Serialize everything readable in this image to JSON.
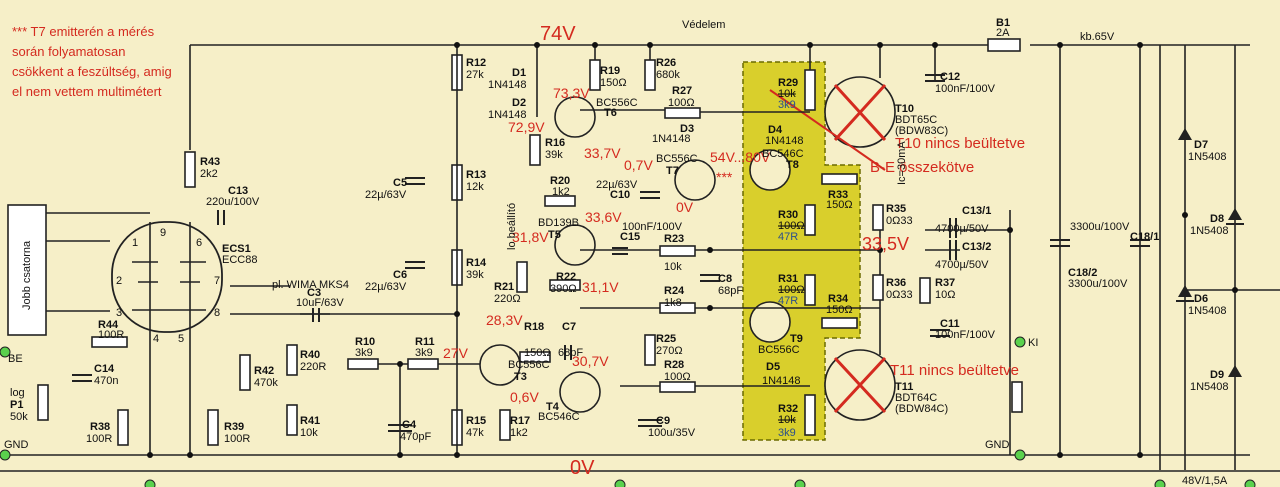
{
  "notes": {
    "t7_note_lines": [
      "*** T7 emitterén a mérés",
      "során folyamatosan",
      "csökkent a feszültség, amig",
      "el nem vettem multimétert"
    ],
    "t10_missing": "T10 nincs beültetve",
    "t11_missing": "T11 nincs beültetve",
    "be_connected": "B-E összekötve"
  },
  "voltages": {
    "v74": "74V",
    "v0": "0V",
    "v733": "73,3V",
    "v729": "72,9V",
    "v337": "33,7V",
    "v07": "0,7V",
    "v0b": "0V",
    "v54": "54V...80V",
    "v3stars": "***",
    "v336": "33,6V",
    "v318": "31,8V",
    "v311": "31,1V",
    "v335": "33,5V",
    "v283": "28,3V",
    "v27": "27V",
    "v307": "30,7V",
    "v06": "0,6V"
  },
  "labels": {
    "vedelem": "Védelem",
    "jobb": "Jobb csatorna",
    "be": "BE",
    "gnd": "GND",
    "gnd2": "GND",
    "ki": "KI",
    "kb65": "kb.65V",
    "supply": "48V/1,5A",
    "ic": "Ic=30mA",
    "lo": "lo beállító",
    "wima": "pl. WIMA MKS4"
  },
  "components": {
    "r43": [
      "R43",
      "2k2"
    ],
    "c13": [
      "C13",
      "220u/100V"
    ],
    "ecs1": [
      "ECS1",
      "ECC88"
    ],
    "r12": [
      "R12",
      "27k"
    ],
    "r13": [
      "R13",
      "12k"
    ],
    "r14": [
      "R14",
      "39k"
    ],
    "r15": [
      "R15",
      "47k"
    ],
    "c5": [
      "C5",
      "22µ/63V"
    ],
    "c6": [
      "C6",
      "22µ/63V"
    ],
    "d1": [
      "D1",
      "1N4148"
    ],
    "d2": [
      "D2",
      "1N4148"
    ],
    "r19": [
      "R19",
      "150Ω"
    ],
    "t6": [
      "T6",
      "BC556C"
    ],
    "r16": [
      "R16",
      "39k"
    ],
    "r20": [
      "R20",
      "1k2"
    ],
    "t5": [
      "T5",
      "BD139B"
    ],
    "r21": [
      "R21",
      "220Ω"
    ],
    "r22": [
      "R22",
      "390Ω"
    ],
    "r18": [
      "R18",
      "150Ω"
    ],
    "c7": [
      "C7",
      "68pF"
    ],
    "t3": [
      "T3",
      "BC556C"
    ],
    "t4": [
      "T4",
      "BC546C"
    ],
    "r17": [
      "R17",
      "1k2"
    ],
    "r26": [
      "R26",
      "680k"
    ],
    "r27": [
      "R27",
      "100Ω"
    ],
    "d3": [
      "D3",
      "1N4148"
    ],
    "t7": [
      "T7",
      "BC556C"
    ],
    "c10": [
      "C10",
      "22µ/63V"
    ],
    "c15": [
      "C15",
      "100nF/100V"
    ],
    "r23": [
      "R23",
      "10k"
    ],
    "c8": [
      "C8",
      "68pF"
    ],
    "r24": [
      "R24",
      "1k8"
    ],
    "r25": [
      "R25",
      "270Ω"
    ],
    "r28": [
      "R28",
      "100Ω"
    ],
    "c9": [
      "C9",
      "100u/35V"
    ],
    "r29": [
      "R29",
      "10k",
      "3k9"
    ],
    "d4": [
      "D4",
      "1N4148"
    ],
    "t8": [
      "T8",
      "BC546C"
    ],
    "r30": [
      "R30",
      "100Ω",
      "47R"
    ],
    "r31": [
      "R31",
      "100Ω",
      "47R"
    ],
    "t9": [
      "T9",
      "BC556C"
    ],
    "d5": [
      "D5",
      "1N4148"
    ],
    "r32": [
      "R32",
      "10k",
      "3k9"
    ],
    "r33": [
      "R33",
      "150Ω"
    ],
    "r34": [
      "R34",
      "150Ω"
    ],
    "t10": [
      "T10",
      "BDT65C",
      "(BDW83C)"
    ],
    "t11": [
      "T11",
      "BDT64C",
      "(BDW84C)"
    ],
    "c12": [
      "C12",
      "100nF/100V"
    ],
    "r35": [
      "R35",
      "0Ω33"
    ],
    "r36": [
      "R36",
      "0Ω33"
    ],
    "r37": [
      "R37",
      "10Ω"
    ],
    "c11": [
      "C11",
      "100nF/100V"
    ],
    "c131": [
      "C13/1",
      "4700µ/50V"
    ],
    "c132": [
      "C13/2",
      "4700µ/50V"
    ],
    "b1": [
      "B1",
      "2A"
    ],
    "c182": [
      "C18/2",
      "3300u/100V"
    ],
    "c181": [
      "C18/1",
      "3300u/100V"
    ],
    "d6": [
      "D6",
      "1N5408"
    ],
    "d7": [
      "D7",
      "1N5408"
    ],
    "d8": [
      "D8",
      "1N5408"
    ],
    "d9": [
      "D9",
      "1N5408"
    ],
    "c3": [
      "C3",
      "10uF/63V"
    ],
    "r10": [
      "R10",
      "3k9"
    ],
    "r11": [
      "R11",
      "3k9"
    ],
    "c4": [
      "C4",
      "470pF"
    ],
    "r44": [
      "R44",
      "100R"
    ],
    "c14": [
      "C14",
      "470n"
    ],
    "p1": [
      "P1",
      "log",
      "50k"
    ],
    "r38": [
      "R38",
      "100R"
    ],
    "r39": [
      "R39",
      "100R"
    ],
    "r40": [
      "R40",
      "220R"
    ],
    "r41": [
      "R41",
      "10k"
    ],
    "r42": [
      "R42",
      "470k"
    ]
  },
  "pins": {
    "p1": "1",
    "p2": "2",
    "p3": "3",
    "p4": "4",
    "p5": "5",
    "p6": "6",
    "p7": "7",
    "p8": "8",
    "p9": "9"
  },
  "colors": {
    "background": "#f6efc8",
    "highlight": "#d9cf2c",
    "annotation": "#d42a1f",
    "terminal": "#5ad14d"
  }
}
